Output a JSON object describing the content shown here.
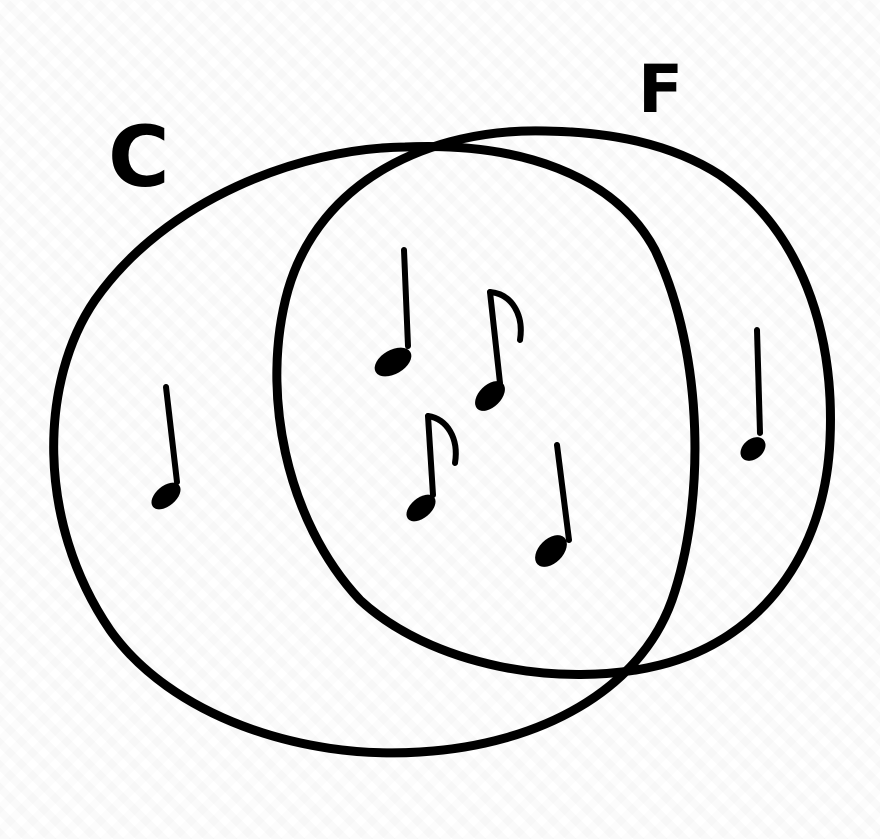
{
  "diagram": {
    "type": "venn",
    "ink_color": "#000000",
    "background_color": "#ffffff",
    "sets": [
      {
        "label": "C"
      },
      {
        "label": "F"
      }
    ],
    "regions": {
      "only_c": {
        "notes": [
          "quarter-note-icon"
        ]
      },
      "intersection": {
        "notes": [
          "quarter-note-icon",
          "eighth-note-icon",
          "eighth-note-icon",
          "quarter-note-icon"
        ]
      },
      "only_f": {
        "notes": [
          "quarter-note-icon"
        ]
      }
    }
  }
}
